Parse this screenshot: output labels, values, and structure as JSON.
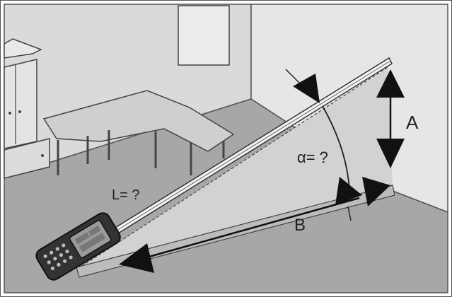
{
  "labels": {
    "length": "L= ?",
    "angle": "α= ?",
    "height": "A",
    "base": "B"
  },
  "colors": {
    "floor": "#a7a7a7",
    "wall_left": "#dadada",
    "wall_right": "#e6e6e6",
    "triangle_fill": "#d4d4d4",
    "furniture": "#c9c9c9",
    "outline": "#444444",
    "arrow": "#111111",
    "device_body": "#333333",
    "device_screen": "#9a9a9a"
  },
  "icons": {
    "device": "laser-distance-meter-icon",
    "arrows": "arrowhead-icon"
  }
}
